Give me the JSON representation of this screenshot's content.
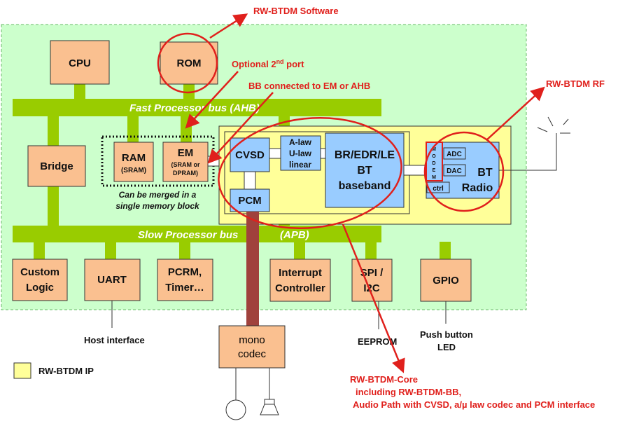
{
  "colors": {
    "background_area": "#ccffcc",
    "bus": "#99cc00",
    "block": "#fac090",
    "ip": "#ffff99",
    "core_block": "#99ccff",
    "annotation": "#e0201c",
    "audio_link": "#a0413c"
  },
  "blocks": {
    "cpu": "CPU",
    "rom": "ROM",
    "bridge": "Bridge",
    "ram": "RAM",
    "ram_sub": "(SRAM)",
    "em": "EM",
    "em_sub1": "(SRAM or",
    "em_sub2": "DPRAM)",
    "merge_note1": "Can be merged in a",
    "merge_note2": "single memory block",
    "cvsd": "CVSD",
    "pcm": "PCM",
    "law1": "A-law",
    "law2": "U-law",
    "law3": "linear",
    "bb1": "BR/EDR/LE",
    "bb2": "BT",
    "bb3": "baseband",
    "modem": [
      "M",
      "O",
      "D",
      "E",
      "M"
    ],
    "adc": "ADC",
    "dac": "DAC",
    "ctrl": "ctrl",
    "radio1": "BT",
    "radio2": "Radio",
    "custom1": "Custom",
    "custom2": "Logic",
    "uart": "UART",
    "pcrm1": "PCRM,",
    "pcrm2": "Timer…",
    "intr1": "Interrupt",
    "intr2": "Controller",
    "spi1": "SPI /",
    "spi2": "I2C",
    "gpio": "GPIO",
    "codec1": "mono",
    "codec2": "codec"
  },
  "buses": {
    "fast": "Fast Processor bus (AHB)",
    "slow1": "Slow Processor bus",
    "slow2": "(APB)"
  },
  "labels": {
    "host": "Host interface",
    "eeprom": "EEPROM",
    "push1": "Push button",
    "push2": "LED",
    "legend": "RW-BTDM IP"
  },
  "annotations": {
    "software": "RW-BTDM Software",
    "port_pre": "Optional 2",
    "port_sup": "nd",
    "port_post": " port",
    "bb_conn": "BB connected to EM or AHB",
    "rf": "RW-BTDM RF",
    "core1": "RW-BTDM-Core",
    "core2": "including  RW-BTDM-BB,",
    "core3": "Audio Path with CVSD, a/µ law codec and PCM interface"
  }
}
